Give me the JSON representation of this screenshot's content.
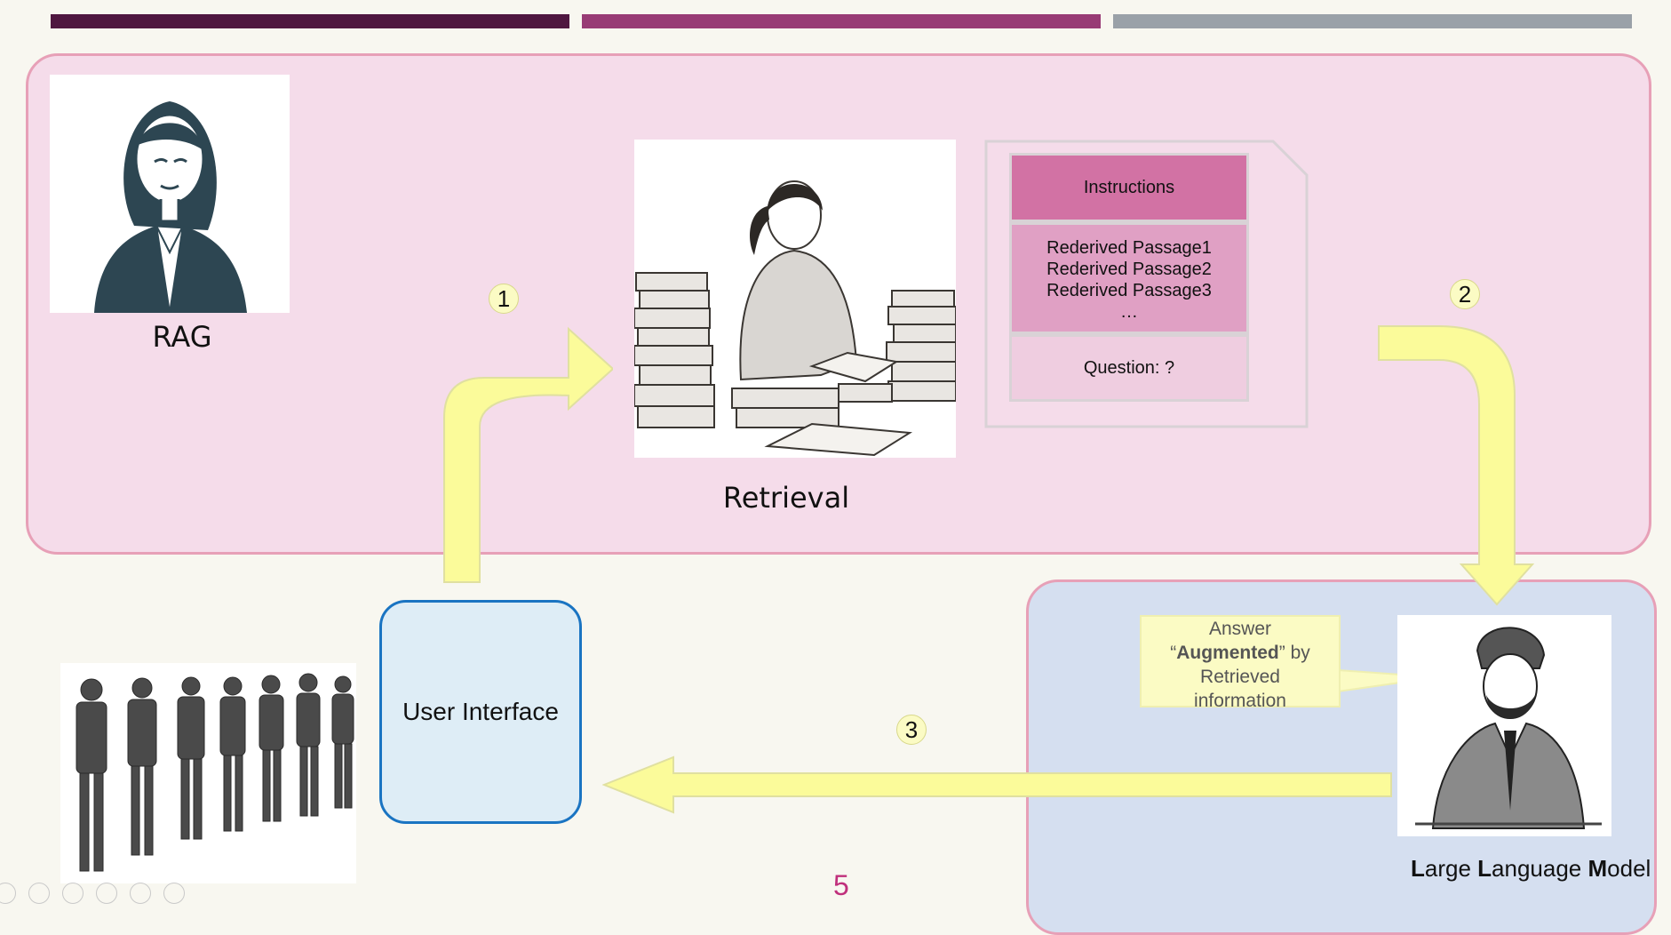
{
  "top_bars": [
    {
      "color": "#4f1740"
    },
    {
      "color": "#983b75"
    },
    {
      "color": "#9aa1a8"
    }
  ],
  "rag": {
    "label": "RAG",
    "icon": "woman-portrait-icon"
  },
  "retrieval": {
    "label": "Retrieval",
    "icon": "woman-reading-books-icon"
  },
  "prompt": {
    "instructions": "Instructions",
    "passages": [
      "Rederived Passage1",
      "Rederived Passage2",
      "Rederived Passage3",
      "…"
    ],
    "question": "Question: ?"
  },
  "steps": [
    "1",
    "2",
    "3"
  ],
  "user_interface": {
    "label": "User Interface",
    "users_icon": "people-queue-icon"
  },
  "answer": {
    "line1": "Answer",
    "quote_open": "“",
    "bold": "Augmented",
    "quote_close": "”",
    "by": " by",
    "line3": "Retrieved",
    "line4": "information"
  },
  "llm": {
    "icon": "man-with-turban-portrait-icon",
    "w1_bold": "L",
    "w1_rest": "arge ",
    "w2_bold": "L",
    "w2_rest": "anguage ",
    "w3_bold": "M",
    "w3_rest": "odel"
  },
  "page_number": "5",
  "colors": {
    "rag_panel": "#f5dcea",
    "llm_panel": "#d5dff0",
    "panel_border": "#e7a0b7",
    "arrow": "#fbfb9a",
    "instructions_row": "#d272a4",
    "passages_row": "#e0a0c4",
    "question_row": "#efcde0"
  }
}
